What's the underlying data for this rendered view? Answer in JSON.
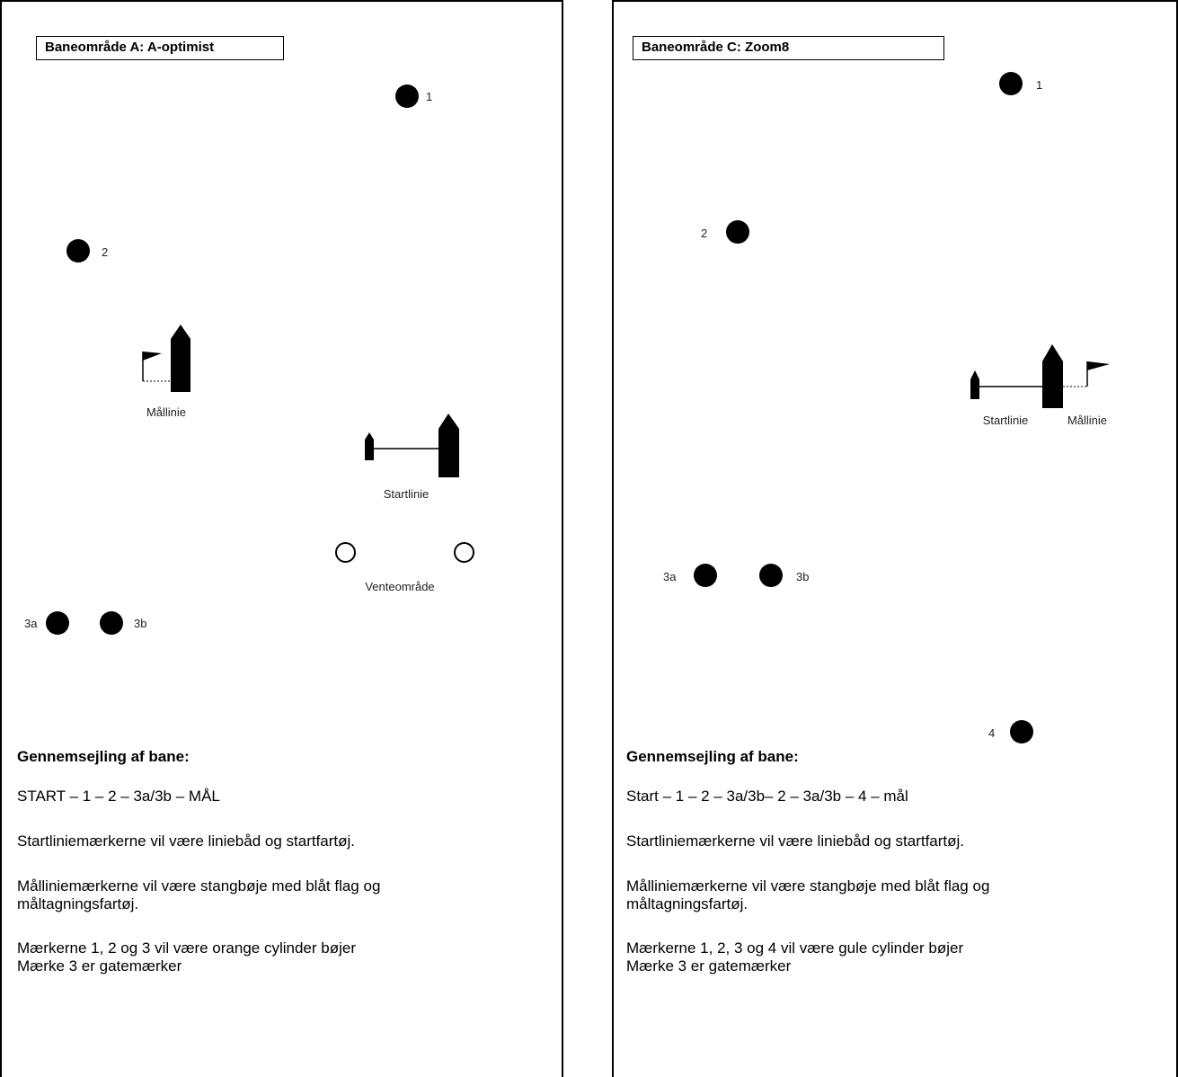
{
  "left": {
    "title": "Baneområde A: A-optimist",
    "marks": {
      "m1": "1",
      "m2": "2",
      "m3a": "3a",
      "m3b": "3b"
    },
    "finish_label": "Mållinie",
    "start_label": "Startlinie",
    "waiting_label": "Venteområde",
    "heading": "Gennemsejling af bane:",
    "course": "START – 1 – 2 – 3a/3b – MÅL",
    "start_marks": "Startliniemærkerne vil være liniebåd og startfartøj.",
    "finish_marks_1": "Målliniemærkerne vil være stangbøje med blåt flag og",
    "finish_marks_2": "måltagningsfartøj.",
    "marks_desc_1": "Mærkerne 1, 2 og 3 vil være orange cylinder bøjer",
    "marks_desc_2": "Mærke 3 er gatemærker"
  },
  "right": {
    "title": "Baneområde C: Zoom8",
    "marks": {
      "m1": "1",
      "m2": "2",
      "m3a": "3a",
      "m3b": "3b",
      "m4": "4"
    },
    "start_label": "Startlinie",
    "finish_label": "Mållinie",
    "heading": "Gennemsejling af bane:",
    "course": "Start – 1 – 2 – 3a/3b– 2 – 3a/3b – 4  – mål",
    "start_marks": "Startliniemærkerne vil være liniebåd og startfartøj.",
    "finish_marks_1": "Målliniemærkerne vil være stangbøje med blåt flag og",
    "finish_marks_2": "måltagningsfartøj.",
    "marks_desc_1": "Mærkerne 1, 2, 3 og 4 vil være gule cylinder bøjer",
    "marks_desc_2": "Mærke 3 er gatemærker"
  }
}
